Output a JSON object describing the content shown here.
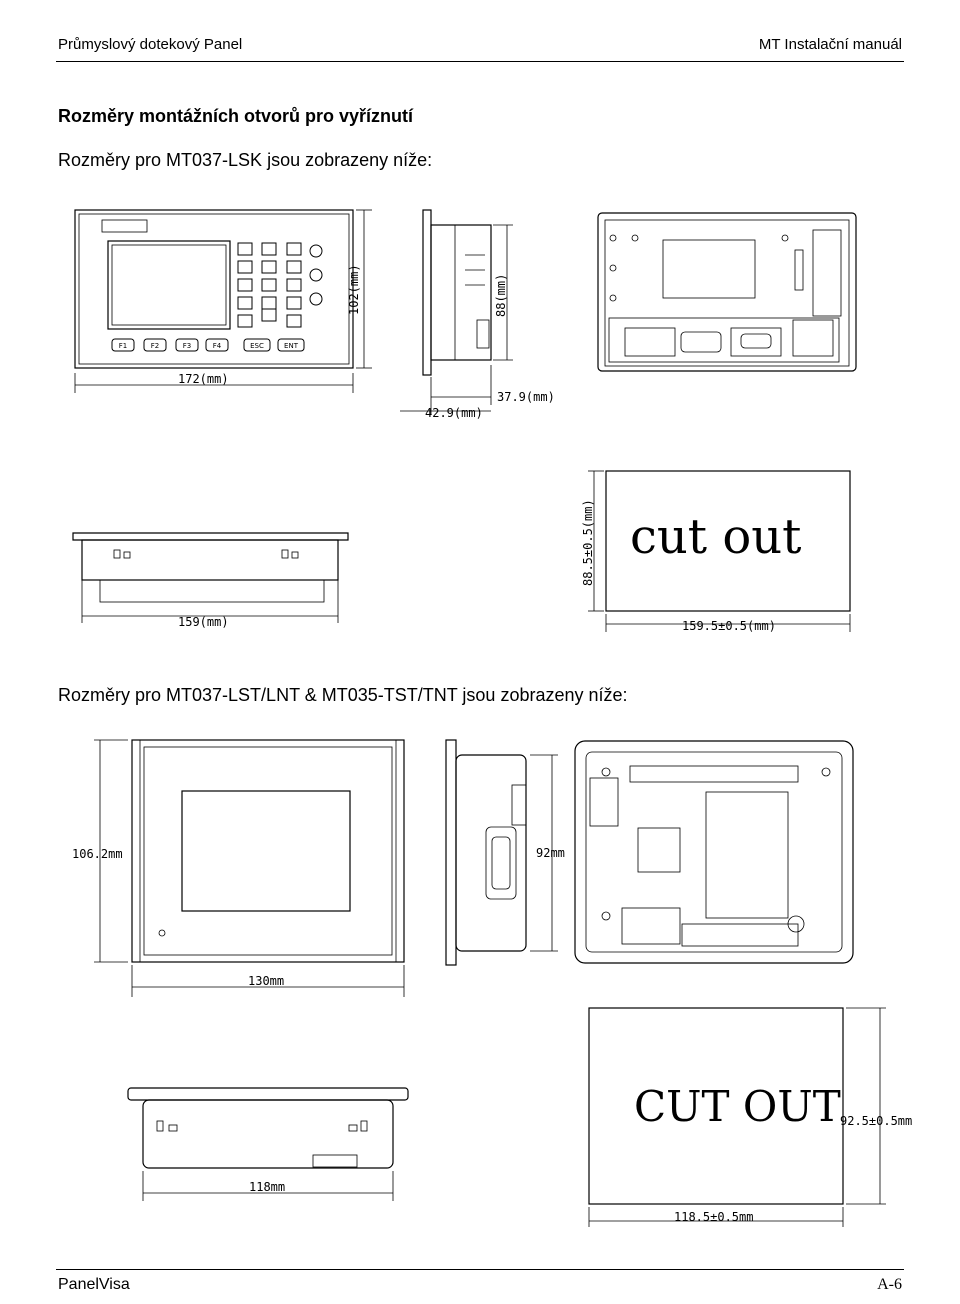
{
  "header": {
    "left": "Průmyslový dotekový Panel",
    "right": "MT Instalační manuál"
  },
  "section": {
    "heading": "Rozměry montážních otvorů pro vyříznutí",
    "intro_1": "Rozměry pro  MT037-LSK jsou zobrazeny níže:",
    "intro_2": "Rozměry pro MT037-LST/LNT & MT035-TST/TNT jsou zobrazeny níže:"
  },
  "drawing_1": {
    "front_width": "172(mm)",
    "front_height": "102(mm)",
    "side_height": "88(mm)",
    "depth_inner": "37.9(mm)",
    "depth_outer": "42.9(mm)",
    "bottom_width": "159(mm)",
    "cutout_label": "cut  out",
    "cutout_height": "88.5±0.5(mm)",
    "cutout_width": "159.5±0.5(mm)",
    "keys": [
      "F1",
      "F2",
      "F3",
      "F4",
      "ESC",
      "ENT"
    ]
  },
  "drawing_2": {
    "front_height": "106.2mm",
    "front_width": "130mm",
    "side_height": "92mm",
    "bottom_width": "118mm",
    "cutout_label": "CUT  OUT",
    "cutout_height": "92.5±0.5mm",
    "cutout_width": "118.5±0.5mm"
  },
  "footer": {
    "left": "PanelVisa",
    "right": "A-6"
  }
}
